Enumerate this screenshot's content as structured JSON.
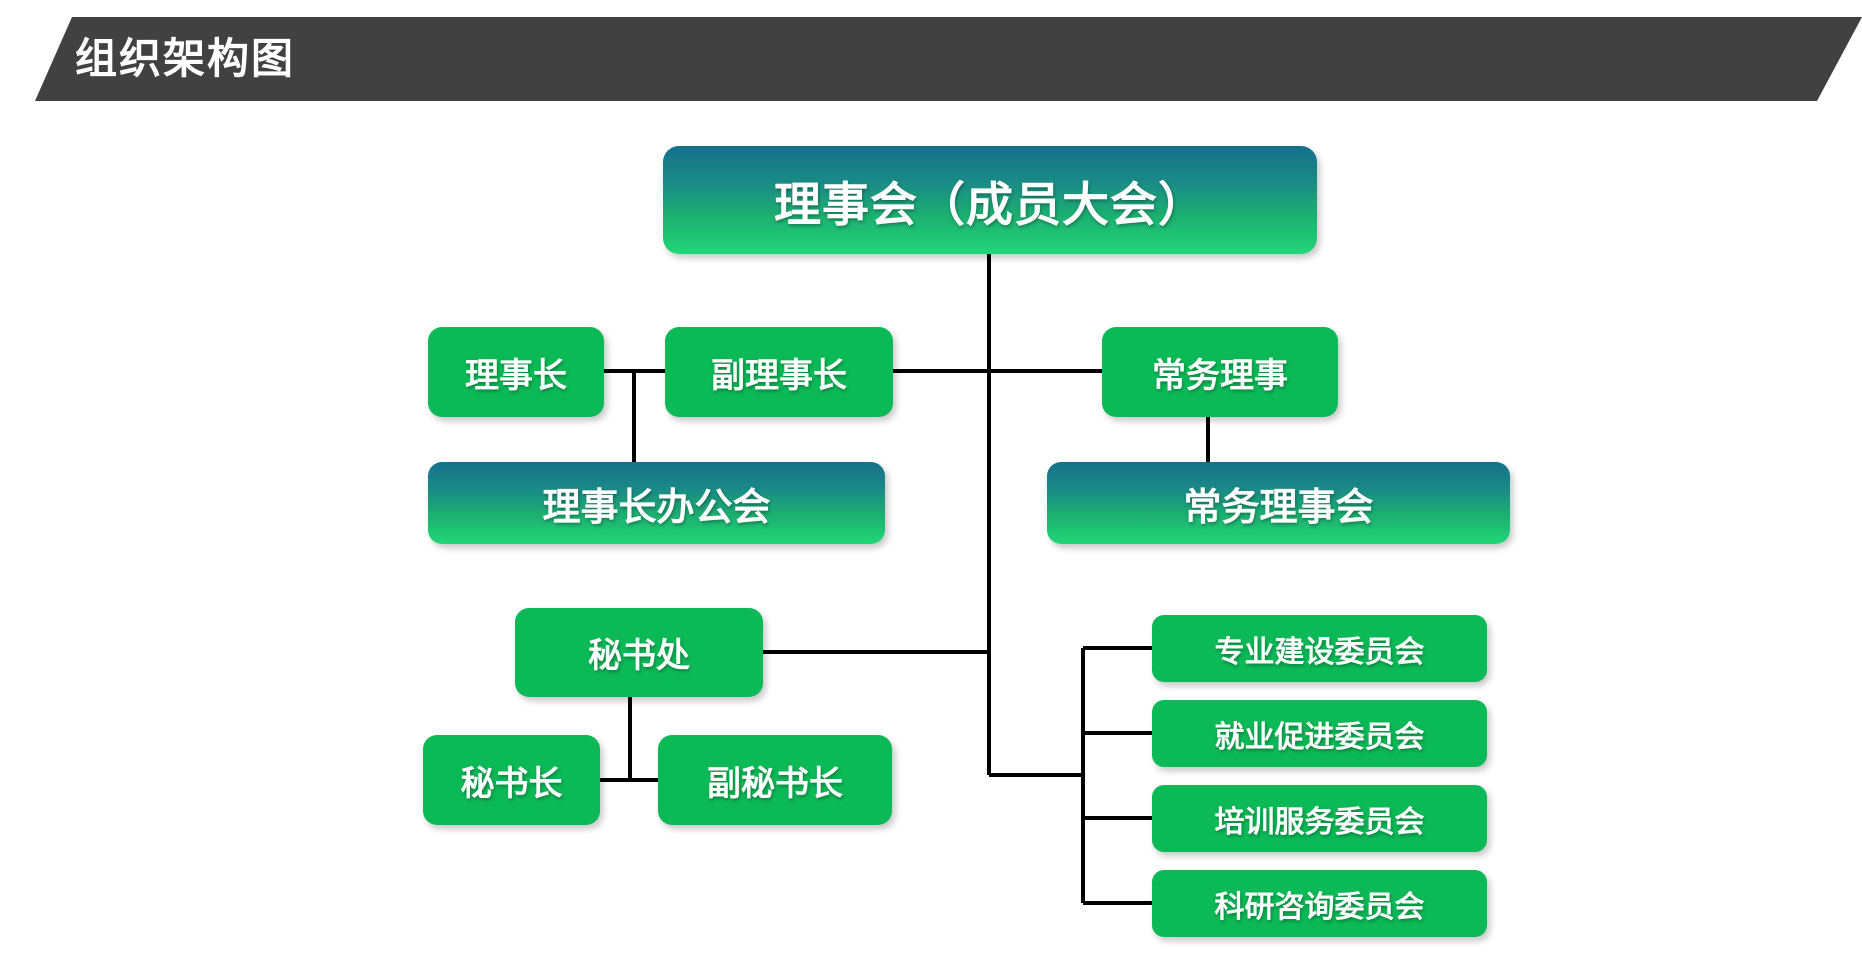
{
  "page": {
    "background_color": "#ffffff",
    "banner_color": "#414141",
    "accent_green": "#0cb957",
    "gradient_top": "#16708c",
    "gradient_bottom": "#21d677",
    "connector_color": "#000000"
  },
  "header": {
    "title": "组织架构图"
  },
  "chart_data": {
    "type": "diagram",
    "diagram_kind": "organization-chart",
    "title": "组织架构图",
    "orientation": "top-down",
    "nodes": [
      {
        "id": "board",
        "label": "理事会（成员大会）",
        "level": 0,
        "style": "gradient"
      },
      {
        "id": "chairman",
        "label": "理事长",
        "level": 1,
        "style": "flat"
      },
      {
        "id": "vicechair",
        "label": "副理事长",
        "level": 1,
        "style": "flat"
      },
      {
        "id": "standing_dir",
        "label": "常务理事",
        "level": 1,
        "style": "flat"
      },
      {
        "id": "chair_office",
        "label": "理事长办公会",
        "level": 2,
        "style": "gradient"
      },
      {
        "id": "standing_cmt",
        "label": "常务理事会",
        "level": 2,
        "style": "gradient"
      },
      {
        "id": "secretariat",
        "label": "秘书处",
        "level": 3,
        "style": "flat"
      },
      {
        "id": "secgen",
        "label": "秘书长",
        "level": 4,
        "style": "flat"
      },
      {
        "id": "vicesecgen",
        "label": "副秘书长",
        "level": 4,
        "style": "flat"
      },
      {
        "id": "cmt_major",
        "label": "专业建设委员会",
        "level": 3,
        "style": "flat"
      },
      {
        "id": "cmt_employ",
        "label": "就业促进委员会",
        "level": 3,
        "style": "flat"
      },
      {
        "id": "cmt_train",
        "label": "培训服务委员会",
        "level": 3,
        "style": "flat"
      },
      {
        "id": "cmt_research",
        "label": "科研咨询委员会",
        "level": 3,
        "style": "flat"
      }
    ],
    "edges": [
      {
        "from": "board",
        "to": "chairman"
      },
      {
        "from": "board",
        "to": "vicechair"
      },
      {
        "from": "board",
        "to": "standing_dir"
      },
      {
        "from": "chairman",
        "to": "chair_office"
      },
      {
        "from": "vicechair",
        "to": "chair_office"
      },
      {
        "from": "standing_dir",
        "to": "standing_cmt"
      },
      {
        "from": "board",
        "to": "secretariat"
      },
      {
        "from": "secretariat",
        "to": "secgen"
      },
      {
        "from": "secretariat",
        "to": "vicesecgen"
      },
      {
        "from": "board",
        "to": "cmt_major"
      },
      {
        "from": "board",
        "to": "cmt_employ"
      },
      {
        "from": "board",
        "to": "cmt_train"
      },
      {
        "from": "board",
        "to": "cmt_research"
      }
    ]
  },
  "nodes": {
    "board": {
      "label": "理事会（成员大会）"
    },
    "chairman": {
      "label": "理事长"
    },
    "vicechair": {
      "label": "副理事长"
    },
    "standing_dir": {
      "label": "常务理事"
    },
    "chair_office": {
      "label": "理事长办公会"
    },
    "standing_cmt": {
      "label": "常务理事会"
    },
    "secretariat": {
      "label": "秘书处"
    },
    "secgen": {
      "label": "秘书长"
    },
    "vicesecgen": {
      "label": "副秘书长"
    },
    "committees": [
      {
        "label": "专业建设委员会"
      },
      {
        "label": "就业促进委员会"
      },
      {
        "label": "培训服务委员会"
      },
      {
        "label": "科研咨询委员会"
      }
    ]
  }
}
